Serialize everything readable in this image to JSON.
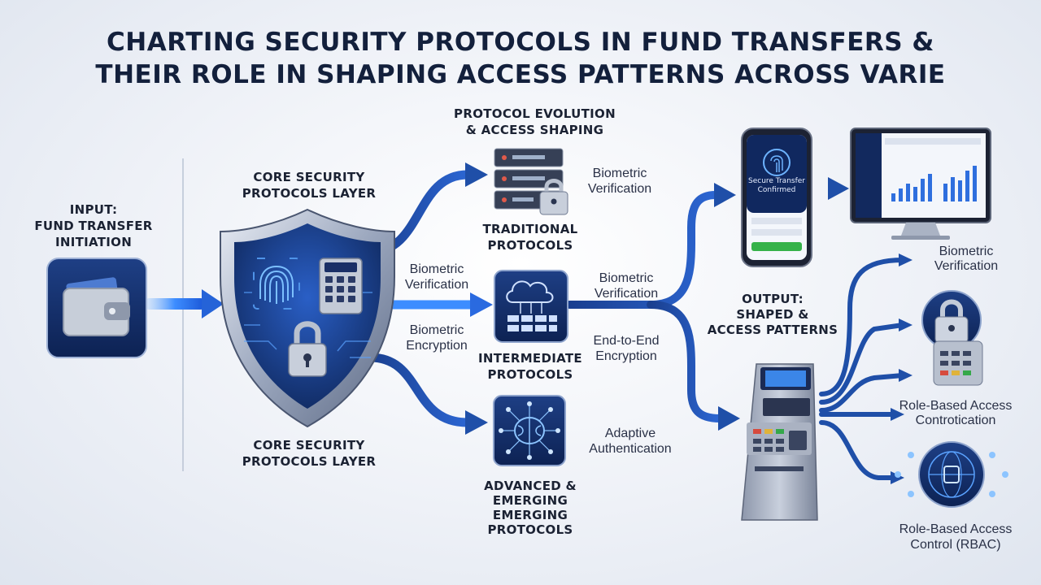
{
  "title": {
    "line1": "CHARTING SECURITY PROTOCOLS IN FUND TRANSFERS &",
    "line2": "THEIR ROLE IN SHAPING ACCESS PATTERNS ACROSS VARIE"
  },
  "input": {
    "line1": "INPUT:",
    "line2": "FUND TRANSFER",
    "line3": "INITIATION",
    "icon": "wallet-icon"
  },
  "core_layer": {
    "top_line1": "CORE SECURITY",
    "top_line2": "PROTOCOLS LAYER",
    "bottom_line1": "CORE SECURITY",
    "bottom_line2": "PROTOCOLS LAYER",
    "icon": "shield-icon"
  },
  "branch_labels": {
    "mid_top_1": "Biometric",
    "mid_top_2": "Verification",
    "mid_bot_1": "Biometric",
    "mid_bot_2": "Encryption"
  },
  "evolution": {
    "line1": "PROTOCOL EVOLUTION",
    "line2": "& ACCESS SHAPING"
  },
  "traditional": {
    "name1": "TRADITIONAL",
    "name2": "PROTOCOLS",
    "side1": "Biometric",
    "side2": "Verification",
    "icon": "server-lock-icon"
  },
  "intermediate": {
    "name1": "INTERMEDIATE",
    "name2": "PROTOCOLS",
    "side_top1": "Biometric",
    "side_top2": "Verification",
    "side_bot1": "End-to-End",
    "side_bot2": "Encryption",
    "icon": "cloud-network-icon"
  },
  "advanced": {
    "name1": "ADVANCED &",
    "name2": "EMERGING",
    "name3": "EMERGING",
    "name4": "PROTOCOLS",
    "side1": "Adaptive",
    "side2": "Authentication",
    "icon": "ai-brain-icon"
  },
  "phone": {
    "line1": "Secure Transfer",
    "line2": "Confirmed",
    "icon": "fingerprint-icon"
  },
  "output": {
    "line1": "OUTPUT:",
    "line2": "SHAPED &",
    "line3": "ACCESS PATTERNS"
  },
  "right_labels": {
    "r1_1": "Biometric",
    "r1_2": "Verification",
    "r2_1": "Role-Based Access",
    "r2_2": "Controtication",
    "r3_1": "Role-Based Access",
    "r3_2": "Control (RBAC)"
  },
  "colors": {
    "navy": "#13203c",
    "blue": "#1f4fa8",
    "glow": "#3d8dff"
  }
}
